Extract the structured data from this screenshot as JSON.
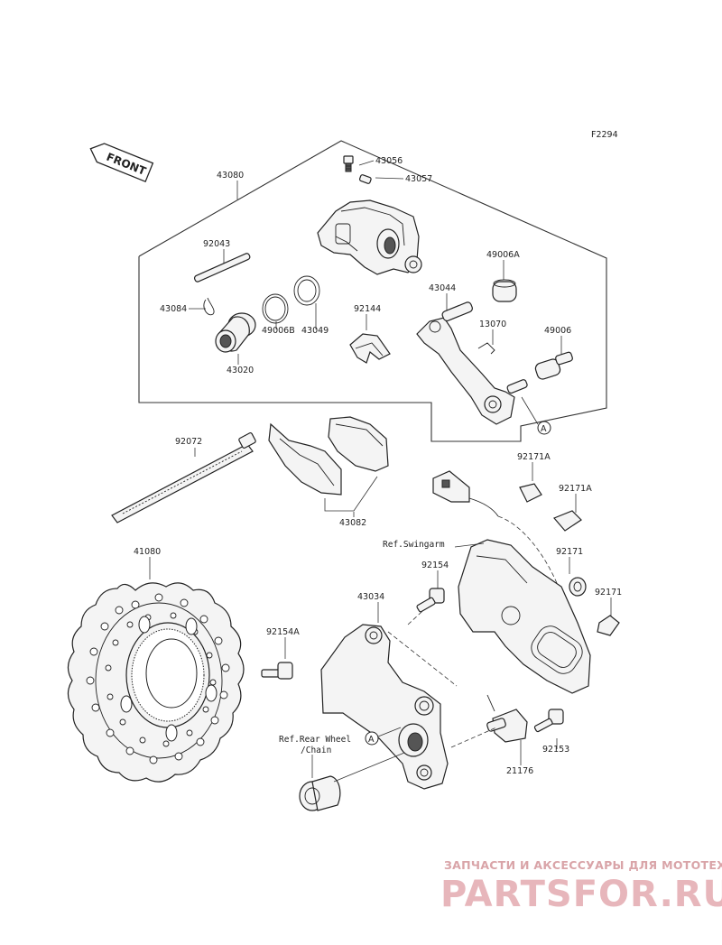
{
  "figure_code": "F2294",
  "front_label": "FRONT",
  "parts": {
    "p43080": "43080",
    "p43056": "43056",
    "p43057": "43057",
    "p92043": "92043",
    "p49006A": "49006A",
    "p43044": "43044",
    "p43084": "43084",
    "p92144": "92144",
    "p13070": "13070",
    "p49006": "49006",
    "p49006B": "49006B",
    "p43049": "43049",
    "p43020": "43020",
    "p92072": "92072",
    "p43082": "43082",
    "p92171A_1": "92171A",
    "p92171A_2": "92171A",
    "p41080": "41080",
    "p92154": "92154",
    "p92171_1": "92171",
    "p92171_2": "92171",
    "p43034": "43034",
    "p92154A": "92154A",
    "p92153": "92153",
    "p21176": "21176"
  },
  "refs": {
    "swingarm": "Ref.Swingarm",
    "rear_wheel_1": "Ref.Rear Wheel",
    "rear_wheel_2": "/Chain"
  },
  "callout_a": "A",
  "watermark": {
    "tagline": "ЗАПЧАСТИ И АКСЕССУАРЫ ДЛЯ МОТОТЕХНИКИ",
    "brand": "PARTSFOR.RU"
  },
  "colors": {
    "line": "#222222",
    "watermark": "#e7b6bb"
  }
}
